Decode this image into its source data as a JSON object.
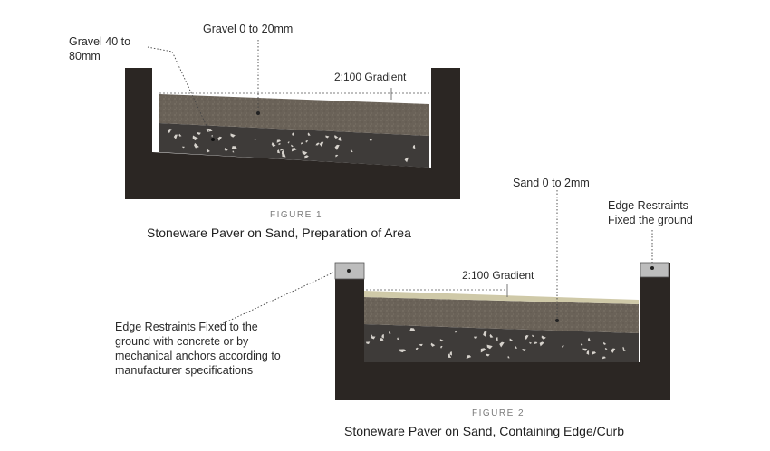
{
  "figure1": {
    "label_gravel_top": "Gravel 0 to 20mm",
    "label_gravel_coarse": "Gravel 40 to 80mm",
    "label_gradient": "2:100 Gradient",
    "tag": "FIGURE 1",
    "caption": "Stoneware Paver on Sand, Preparation of Area"
  },
  "figure2": {
    "label_sand": "Sand 0 to 2mm",
    "label_edge_right": "Edge Restraints Fixed the ground",
    "label_gradient": "2:100 Gradient",
    "label_edge_left": "Edge Restraints Fixed to the ground with concrete or by mechanical anchors according to manufacturer specifications",
    "tag": "FIGURE 2",
    "caption": "Stoneware Paver on Sand, Containing Edge/Curb"
  },
  "colors": {
    "ground": "#2b2623",
    "gravel_fine": "#6a6258",
    "gravel_coarse": "#3e3b39",
    "sand": "#cfc9a8",
    "restraint": "#bdbdbd"
  }
}
